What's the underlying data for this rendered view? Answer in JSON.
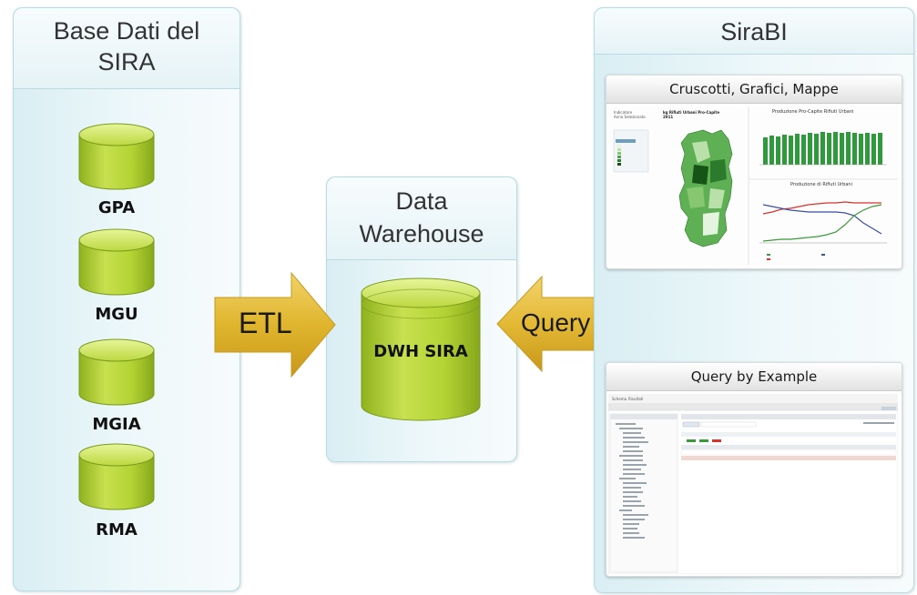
{
  "left_panel": {
    "title": "Base Dati del SIRA",
    "databases": [
      {
        "label": "GPA"
      },
      {
        "label": "MGU"
      },
      {
        "label": "MGIA"
      },
      {
        "label": "RMA"
      }
    ]
  },
  "center_panel": {
    "title": "Data Warehouse",
    "database": {
      "label": "DWH SIRA"
    }
  },
  "arrows": {
    "etl": {
      "label": "ETL"
    },
    "query": {
      "label": "Query"
    }
  },
  "right_panel": {
    "title": "SiraBI",
    "cards": [
      {
        "title": "Cruscotti, Grafici, Mappe",
        "screenshot": {
          "indicator_label": "Indicatore",
          "indicator_value": "kg Rifiuti Urbani Pro-Capite",
          "year_label": "Anno Selezionato",
          "year_value": "2011",
          "chart1_title": "Produzione Pro-Capite Rifiuti Urbani",
          "chart2_title": "Produzione di Rifiuti Urbani"
        }
      },
      {
        "title": "Query by Example",
        "screenshot": {
          "tab": "Schema",
          "results_tab": "Risultati"
        }
      }
    ]
  },
  "colors": {
    "panel_fill": "#e4f3f6",
    "panel_border": "#b9dbe2",
    "cylinder_green": "#b3d334",
    "cylinder_dark": "#7a9a1e",
    "arrow_gold": "#e0b52d",
    "chart_green": "#2e9a3c"
  }
}
